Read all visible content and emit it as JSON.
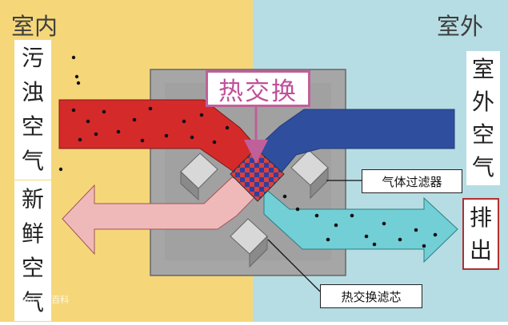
{
  "zones": {
    "indoor": {
      "label": "室内",
      "color": "#f5d77a"
    },
    "outdoor": {
      "label": "室外",
      "color": "#b6dde3"
    }
  },
  "title": "热交换",
  "labels": {
    "dirty_air": [
      "污",
      "浊",
      "空",
      "气"
    ],
    "fresh_air": [
      "新",
      "鲜",
      "空",
      "气"
    ],
    "outdoor_air": [
      "室",
      "外",
      "空",
      "气"
    ],
    "exhaust": [
      "排",
      "出"
    ],
    "gas_filter": "气体过滤器",
    "core": "热交换滤芯"
  },
  "watermark": "Bai du 百科",
  "colors": {
    "dirty_flow": "#d52a2a",
    "outdoor_flow": "#2f4f9e",
    "fresh_flow": "#f0b9b9",
    "exhaust_flow": "#72cfd5",
    "housing": "#a6a6a6",
    "title_border": "#c0609a",
    "exhaust_border": "#b03030"
  }
}
